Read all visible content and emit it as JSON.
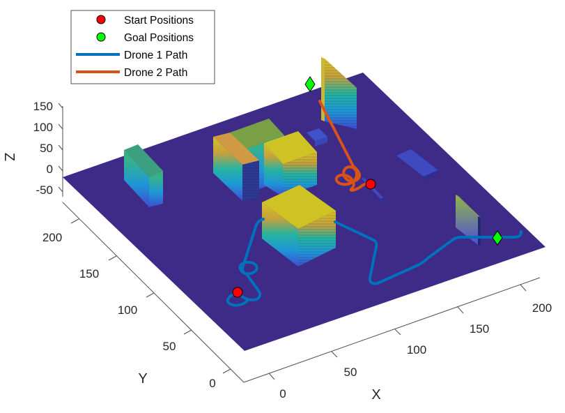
{
  "chart_data": {
    "type": "3d-scene",
    "title": "",
    "xlabel": "X",
    "ylabel": "Y",
    "zlabel": "Z",
    "x_ticks": [
      "0",
      "50",
      "100",
      "150",
      "200"
    ],
    "y_ticks": [
      "0",
      "50",
      "100",
      "150",
      "200"
    ],
    "z_ticks": [
      "150",
      "100",
      "50",
      "0",
      "-50"
    ],
    "xlim": [
      0,
      220
    ],
    "ylim": [
      0,
      220
    ],
    "zlim": [
      -50,
      150
    ],
    "grid": false,
    "legend_position": "top-left",
    "legend": [
      {
        "label": "Start Positions",
        "marker": "circle",
        "color": "#ff0000"
      },
      {
        "label": "Goal Positions",
        "marker": "circle",
        "color": "#00ff00"
      },
      {
        "label": "Drone 1 Path",
        "marker": "line",
        "color": "#0072bd"
      },
      {
        "label": "Drone 2 Path",
        "marker": "line",
        "color": "#d95319"
      }
    ],
    "ground_color": "#3e2a87",
    "obstacles_colormap": "parula",
    "series": [
      {
        "name": "Drone 1 Path",
        "color": "#0072bd",
        "start": "red circle near (20,100)",
        "goal": "green diamond near (200,110)"
      },
      {
        "name": "Drone 2 Path",
        "color": "#d95319",
        "start": "red circle near (120,180)",
        "goal": "green diamond near (100,230)"
      }
    ]
  },
  "legend": {
    "items": [
      {
        "label": "Start Positions"
      },
      {
        "label": "Goal Positions"
      },
      {
        "label": "Drone 1 Path"
      },
      {
        "label": "Drone 2 Path"
      }
    ]
  },
  "axes": {
    "x_label": "X",
    "y_label": "Y",
    "z_label": "Z",
    "x_ticks": [
      "0",
      "50",
      "100",
      "150",
      "200"
    ],
    "y_ticks": [
      "0",
      "50",
      "100",
      "150",
      "200"
    ],
    "z_ticks": [
      "150",
      "100",
      "50",
      "0",
      "-50"
    ]
  },
  "colors": {
    "ground": "#3e2a87",
    "drone1": "#0072bd",
    "drone2": "#d95319",
    "start": "#ff0000",
    "goal": "#00ff00"
  }
}
